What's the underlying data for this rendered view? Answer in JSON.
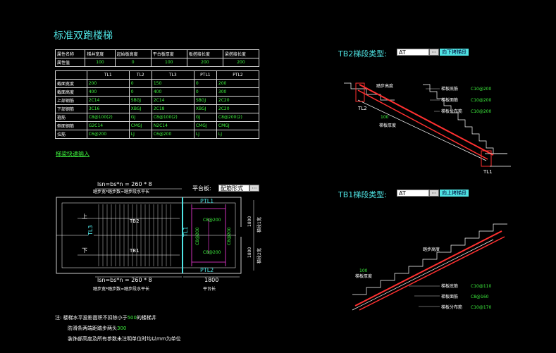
{
  "page_title": "标准双跑楼梯",
  "table1": {
    "headers": [
      "属性名称",
      "梯井宽度",
      "起始板高度",
      "平台板厚度",
      "板搭接长度",
      "梁搭接长度"
    ],
    "row_label": "属性值",
    "values": [
      "100",
      "0",
      "100",
      "200",
      "200"
    ]
  },
  "table2": {
    "columns": [
      "",
      "TL1",
      "TL2",
      "TL3",
      "PTL1",
      "PTL2"
    ],
    "rows": [
      [
        "截面宽度",
        "200",
        "0",
        "150",
        "0",
        "200"
      ],
      [
        "截面高度",
        "400",
        "0",
        "400",
        "0",
        "300"
      ],
      [
        "上部钢筋",
        "2C14",
        "SBGJ",
        "2C14",
        "SBGJ",
        "2C20"
      ],
      [
        "下部钢筋",
        "3C16",
        "XBGJ",
        "2C18",
        "XBGJ",
        "2C20"
      ],
      [
        "箍筋",
        "C8@100(2)",
        "GJ",
        "C8@100(2)",
        "GJ",
        "C8@200(2)"
      ],
      [
        "侧面钢筋",
        "G2C14",
        "CMGJ",
        "N2C14",
        "CMGJ",
        "CMGJ"
      ],
      [
        "拉筋",
        "C6@200",
        "LJ",
        "C6@200",
        "LJ",
        "LJ"
      ]
    ]
  },
  "rebar_link": "梯梁快速输入",
  "plan": {
    "top_formula": "lsn=bs*n = 260 * 8",
    "bottom_formula": "lsn=bs*n = 260 * 8",
    "step_caption": "踏步宽*踏步数=踏步段水平长",
    "platform_label": "平台板:",
    "platform_combo": "配筋形式",
    "platform_len": "1800",
    "platform_len_caption": "平台长",
    "labels": {
      "up": "上",
      "down": "下",
      "tb1": "TB1",
      "tb2": "TB2",
      "tl1": "TL1",
      "tl3": "TL3",
      "ptl1": "PTL1",
      "ptl2": "PTL2",
      "c8a": "C8@200",
      "c8b": "C8@200",
      "c8c": "C8@200",
      "c8d": "C8@200",
      "w1": "1800",
      "w2": "1800",
      "wl1": "梯段1宽",
      "wl2": "梯段2宽"
    }
  },
  "tb2": {
    "title": "TB2梯段类型:",
    "type_value": "AT",
    "button": "向下拷梯段",
    "labels": {
      "step_h": "踏步高度",
      "thick": "梯板厚度",
      "v100": "100",
      "bottom": "梯板底筋",
      "bottom_v": "C10@200",
      "top": "梯板面筋",
      "top_v": "C10@200",
      "dist": "梯板分布筋",
      "dist_v": "C10@200",
      "tl2": "TL2",
      "tl1": "TL1"
    }
  },
  "tb1": {
    "title": "TB1梯段类型:",
    "type_value": "AT",
    "button": "向上拷梯段",
    "labels": {
      "step_h": "踏步高度",
      "thick": "梯板厚度",
      "v100": "100",
      "bottom": "梯板底筋",
      "bottom_v": "C10@110",
      "top": "梯板面筋",
      "top_v": "C8@160",
      "dist": "梯板分布筋",
      "dist_v": "C10@170"
    }
  },
  "notes": {
    "prefix": "注:",
    "line1a": "楼梯水平投影面积不扣除小于",
    "line1b": "500",
    "line1c": "的楼梯井",
    "line2a": "防滑条两端距踏步两头",
    "line2b": "300",
    "line3": "装饰部高度及所有参数未注明单位时均以mm为单位"
  }
}
